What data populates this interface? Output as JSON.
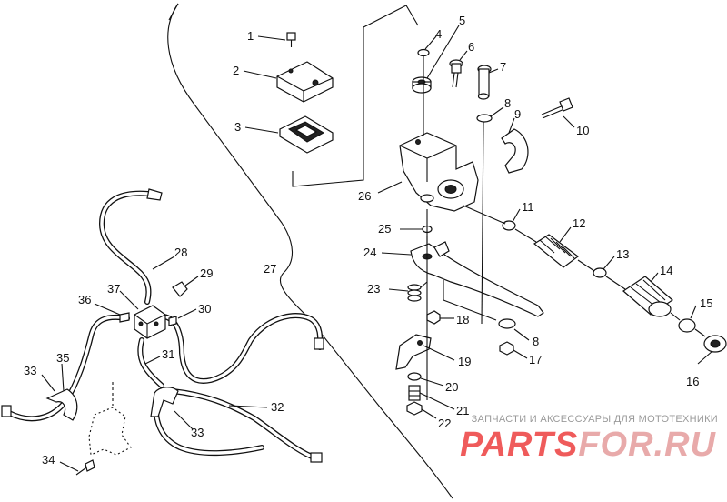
{
  "diagram": {
    "callouts": [
      "1",
      "2",
      "3",
      "4",
      "5",
      "6",
      "7",
      "8",
      "9",
      "10",
      "11",
      "12",
      "13",
      "14",
      "15",
      "16",
      "17",
      "18",
      "19",
      "20",
      "21",
      "22",
      "23",
      "24",
      "25",
      "26",
      "27",
      "28",
      "29",
      "30",
      "31",
      "32",
      "33",
      "34",
      "35",
      "36",
      "37"
    ],
    "second_callouts": {
      "8": "8",
      "33": "33"
    }
  },
  "watermark": {
    "tagline": "ЗАПЧАСТИ И АКСЕССУАРЫ ДЛЯ МОТОТЕХНИКИ",
    "logo_part1": "PARTS",
    "logo_part2": "FOR.RU",
    "logo_color_1": "#ef5b5b",
    "logo_color_2": "#e8aaaa"
  }
}
